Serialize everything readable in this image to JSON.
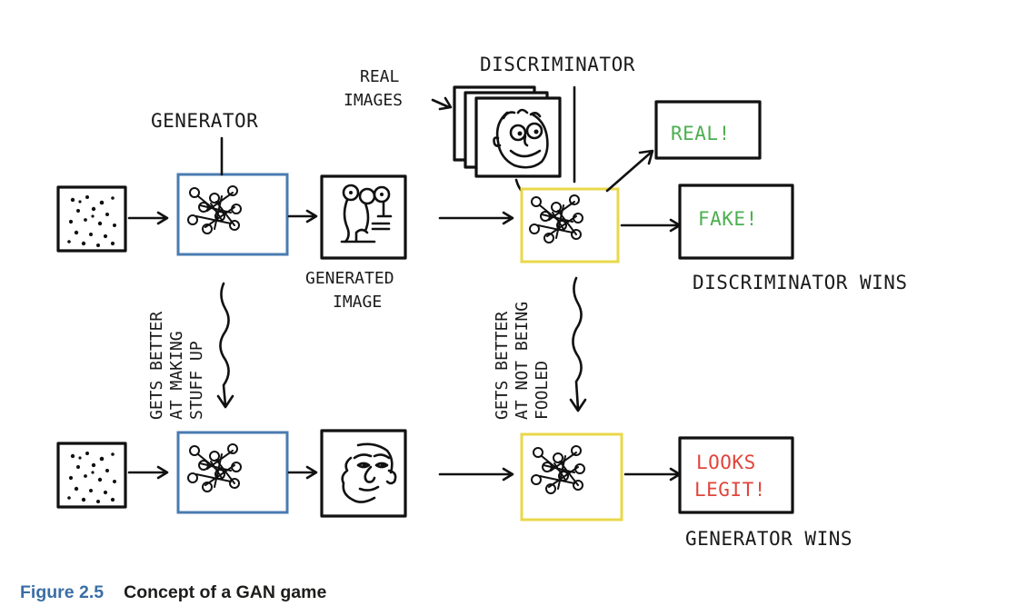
{
  "labels": {
    "generator": "GENERATOR",
    "discriminator": "DISCRIMINATOR",
    "real_images_line1": "REAL",
    "real_images_line2": "IMAGES",
    "generated_image_line1": "GENERATED",
    "generated_image_line2": "IMAGE",
    "generator_improves_line1": "GETS BETTER",
    "generator_improves_line2": "AT MAKING",
    "generator_improves_line3": "STUFF UP",
    "discriminator_improves_line1": "GETS BETTER",
    "discriminator_improves_line2": "AT NOT BEING",
    "discriminator_improves_line3": "FOOLED",
    "discriminator_wins": "DISCRIMINATOR WINS",
    "generator_wins": "GENERATOR WINS"
  },
  "verdicts": {
    "real": "REAL!",
    "fake": "FAKE!",
    "looks_legit_line1": "LOOKS",
    "looks_legit_line2": "LEGIT!"
  },
  "caption": {
    "number": "Figure 2.5",
    "text": "Concept of a GAN game"
  },
  "colors": {
    "generator_box": "#4a7bb0",
    "discriminator_box": "#e8d84a",
    "verdict_green": "#4caf50",
    "verdict_red": "#e0453c",
    "caption_number": "#3a6ea5"
  }
}
